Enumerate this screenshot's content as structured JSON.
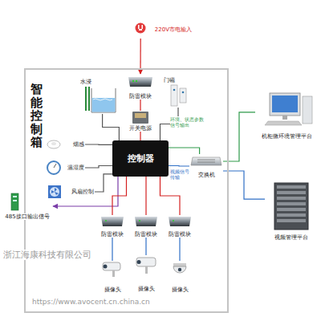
{
  "diagram": {
    "nodes": [
      {
        "text": [
          "智能控制箱"
        ]
      },
      {
        "text": [
          "220V市电输入"
        ]
      },
      {
        "text": [
          "防雷模块"
        ],
        "in": 0
      },
      {
        "text": [
          "水浸"
        ],
        "in": 0
      },
      {
        "text": [
          "门磁"
        ],
        "in": 0
      },
      {
        "text": [
          "开关电源"
        ],
        "in": 0
      },
      {
        "text": [
          "控制器"
        ],
        "in": 0
      },
      {
        "text": [
          "烟感"
        ],
        "in": 0
      },
      {
        "text": [
          "温湿度"
        ],
        "in": 0
      },
      {
        "text": [
          "风扇控制"
        ],
        "in": 0
      },
      {
        "text": [
          "485接口输出信号"
        ]
      },
      {
        "text": [
          "交换机"
        ],
        "in": 0
      },
      {
        "text": [
          "机柜微环境管理平台"
        ]
      },
      {
        "text": [
          "视频管理平台"
        ]
      },
      {
        "text": [
          "防雷模块"
        ],
        "in": 0
      },
      {
        "text": [
          "防雷模块"
        ],
        "in": 0
      },
      {
        "text": [
          "防雷模块"
        ],
        "in": 0
      },
      {
        "text": [
          "摄像头"
        ],
        "in": 0
      },
      {
        "text": [
          "摄像头"
        ],
        "in": 0
      },
      {
        "text": [
          "摄像头"
        ],
        "in": 0
      }
    ],
    "edges": [
      {
        "from": 1,
        "to": 2,
        "arrow": "to"
      },
      {
        "from": 2,
        "to": 5,
        "arrow": "none"
      },
      {
        "from": 5,
        "to": 6,
        "arrow": "none"
      },
      {
        "from": 3,
        "to": 6,
        "arrow": "none"
      },
      {
        "from": 4,
        "to": 6,
        "arrow": "none"
      },
      {
        "from": 7,
        "to": 6,
        "arrow": "none"
      },
      {
        "from": 8,
        "to": 6,
        "arrow": "none"
      },
      {
        "from": 9,
        "to": 6,
        "arrow": "none"
      },
      {
        "from": 6,
        "to": 10,
        "arrow": "to"
      },
      {
        "from": 6,
        "to": 11,
        "label": "环境、状态参数信号输出",
        "arrow": "none"
      },
      {
        "from": 6,
        "to": 11,
        "label": "视频信号传输",
        "arrow": "none"
      },
      {
        "from": 11,
        "to": 12,
        "arrow": "none"
      },
      {
        "from": 11,
        "to": 13,
        "arrow": "none"
      },
      {
        "from": 6,
        "to": 14,
        "arrow": "none"
      },
      {
        "from": 6,
        "to": 15,
        "arrow": "none"
      },
      {
        "from": 6,
        "to": 16,
        "arrow": "none"
      },
      {
        "from": 14,
        "to": 17,
        "arrow": "none"
      },
      {
        "from": 15,
        "to": 18,
        "arrow": "none"
      },
      {
        "from": 16,
        "to": 19,
        "arrow": "none"
      }
    ],
    "labels": [
      "浙江海康科技有限公司",
      "https://www.avocent.cn.china.cn"
    ]
  }
}
